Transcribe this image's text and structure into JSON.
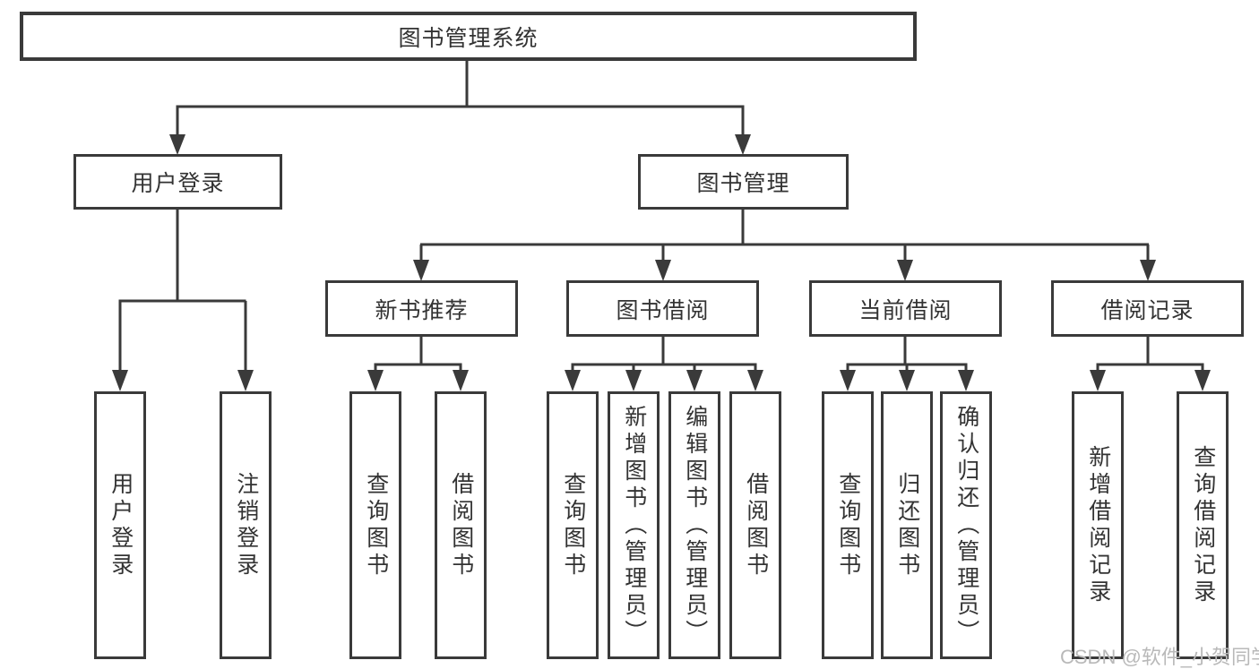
{
  "tree": {
    "root": {
      "label": "图书管理系统"
    },
    "branches": [
      {
        "label": "用户登录",
        "children": [
          {
            "label": "用户登录"
          },
          {
            "label": "注销登录"
          }
        ]
      },
      {
        "label": "图书管理",
        "children": [
          {
            "label": "新书推荐",
            "children": [
              {
                "label": "查询图书"
              },
              {
                "label": "借阅图书"
              }
            ]
          },
          {
            "label": "图书借阅",
            "children": [
              {
                "label": "查询图书"
              },
              {
                "label": "新增图书（管理员）"
              },
              {
                "label": "编辑图书（管理员）"
              },
              {
                "label": "借阅图书"
              }
            ]
          },
          {
            "label": "当前借阅",
            "children": [
              {
                "label": "查询图书"
              },
              {
                "label": "归还图书"
              },
              {
                "label": "确认归还（管理员）"
              }
            ]
          },
          {
            "label": "借阅记录",
            "children": [
              {
                "label": "新增借阅记录"
              },
              {
                "label": "查询借阅记录"
              }
            ]
          }
        ]
      }
    ]
  },
  "watermark": {
    "text": "CSDN @软件_小贺同学",
    "color": "#b9b9b9"
  },
  "colors": {
    "line": "#3a3a3a",
    "box_border": "#3a3a3a",
    "text": "#333333",
    "background": "#ffffff"
  }
}
